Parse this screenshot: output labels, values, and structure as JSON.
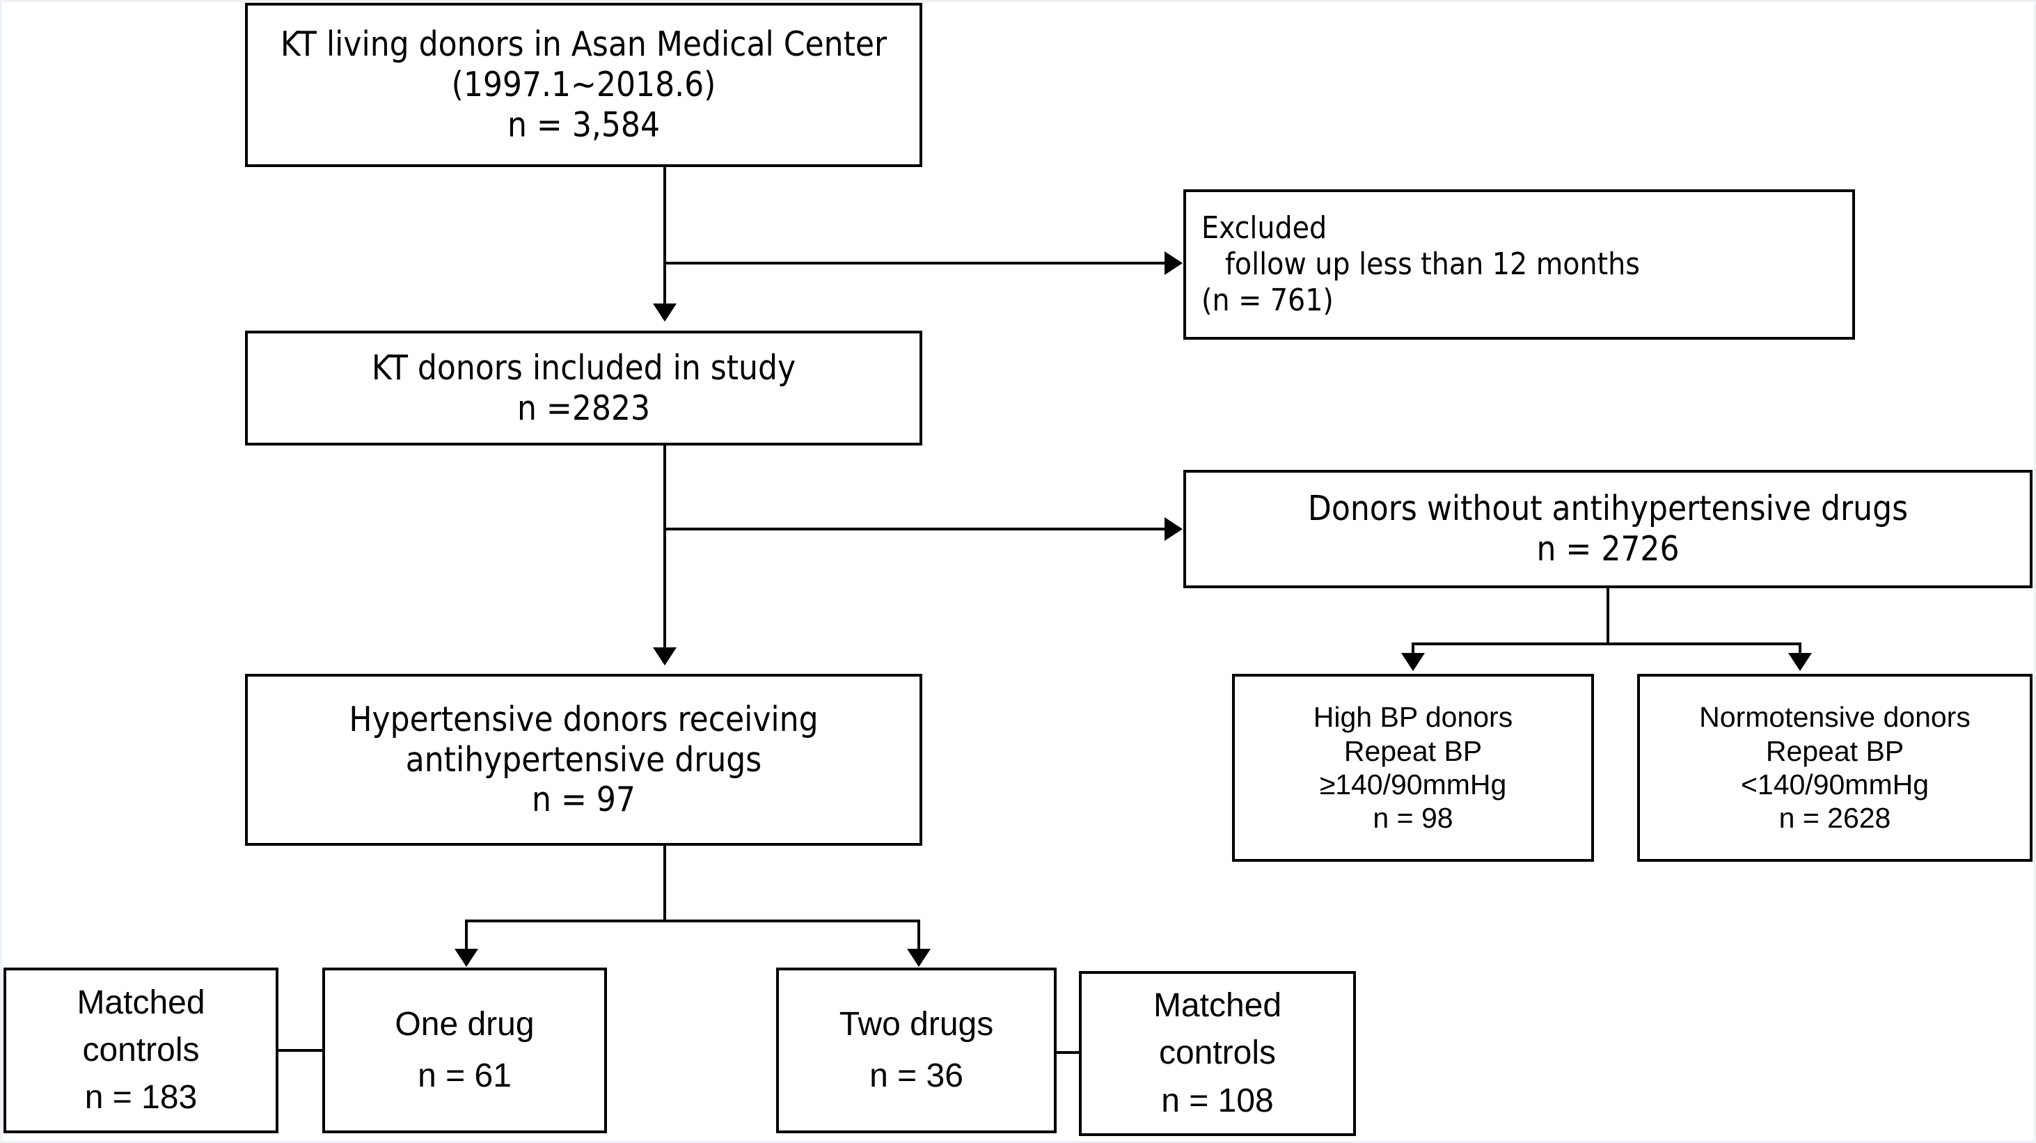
{
  "diagram": {
    "type": "flowchart",
    "title": "KT living donor study flow diagram",
    "nodes": {
      "all_donors": {
        "line1": "KT living donors in Asan Medical Center",
        "line2": "(1997.1~2018.6)",
        "line3": "n = 3,584"
      },
      "excluded": {
        "line1": "Excluded",
        "line2": "follow up less than 12 months",
        "line3": "(n = 761)"
      },
      "included": {
        "line1": "KT donors included in study",
        "line2": "n =2823"
      },
      "no_drugs": {
        "line1": "Donors without antihypertensive drugs",
        "line2": "n = 2726"
      },
      "hypertensive_on_drugs": {
        "line1": "Hypertensive donors receiving",
        "line2": "antihypertensive drugs",
        "line3": "n = 97"
      },
      "high_bp": {
        "line1": "High BP donors",
        "line2": "Repeat BP",
        "line3": "≥140/90mmHg",
        "line4": "n = 98"
      },
      "normotensive": {
        "line1": "Normotensive donors",
        "line2": "Repeat BP",
        "line3": "<140/90mmHg",
        "line4": "n = 2628"
      },
      "matched_controls_one": {
        "line1": "Matched",
        "line2": "controls",
        "line3": "n = 183"
      },
      "one_drug": {
        "line1": "One drug",
        "line2": "n = 61"
      },
      "two_drugs": {
        "line1": "Two drugs",
        "line2": "n = 36"
      },
      "matched_controls_two": {
        "line1": "Matched",
        "line2": "controls",
        "line3": "n = 108"
      }
    },
    "colors": {
      "line": "#000000",
      "text": "#000000",
      "background": "#ffffff"
    }
  }
}
